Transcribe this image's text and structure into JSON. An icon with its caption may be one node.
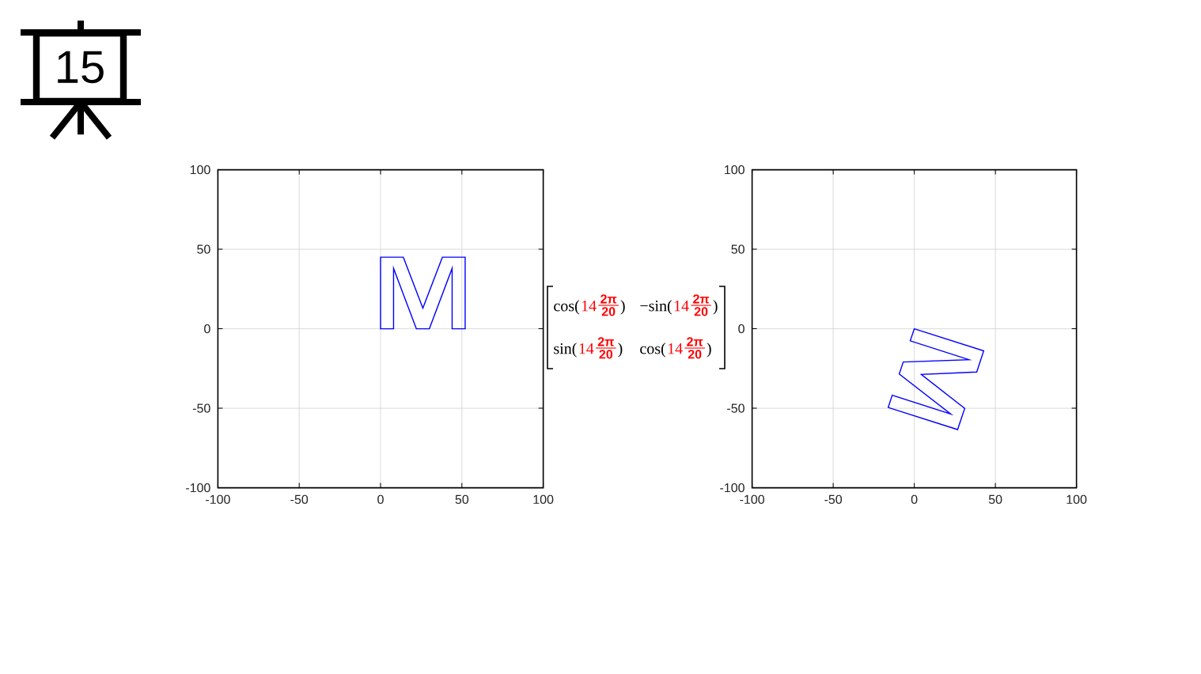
{
  "diagram": {
    "nodes": [
      {
        "text": [
          "15"
        ]
      }
    ],
    "labels": [
      "cos(",
      "14",
      "2π",
      "20",
      ")",
      "−sin(",
      "14",
      "2π",
      "20",
      ")",
      "sin(",
      "14",
      "2π",
      "20",
      ")",
      "cos(",
      "14",
      "2π",
      "20",
      ")"
    ],
    "chart_data": [
      {
        "type": "line",
        "xlim": [
          -100,
          100
        ],
        "ylim": [
          -100,
          100
        ],
        "xticks": [
          -100,
          -50,
          0,
          50,
          100
        ],
        "yticks": [
          -100,
          -50,
          0,
          50,
          100
        ],
        "grid": true
      },
      {
        "type": "line",
        "xlim": [
          -100,
          100
        ],
        "ylim": [
          -100,
          100
        ],
        "xticks": [
          -100,
          -50,
          0,
          50,
          100
        ],
        "yticks": [
          -100,
          -50,
          0,
          50,
          100
        ],
        "grid": true
      }
    ]
  }
}
